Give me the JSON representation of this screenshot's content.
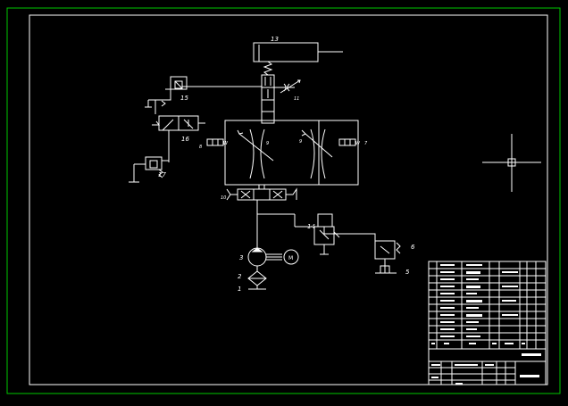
{
  "drawing": {
    "colors": {
      "background": "#000000",
      "outer_frame": "#00c800",
      "line": "#ffffff",
      "label": "#ffffff"
    },
    "labels": {
      "cylinder": "13",
      "valve_15": "15",
      "valve_16": "16",
      "valve_17": "17",
      "valve_14": "14",
      "pump": "3",
      "filter": "2",
      "tank": "1",
      "relief_6": "6",
      "gauge_5": "5",
      "throttle_11": "11",
      "left_block": "8",
      "right_block": "7",
      "left_coil": "W",
      "right_coil": "W",
      "main_valve": "10",
      "flow_left": "9",
      "flow_right": "9",
      "motor": "M"
    },
    "icons": {
      "motor": "motor-icon",
      "pump": "pump-icon",
      "filter": "filter-icon",
      "crosshair": "crosshair-icon"
    }
  }
}
